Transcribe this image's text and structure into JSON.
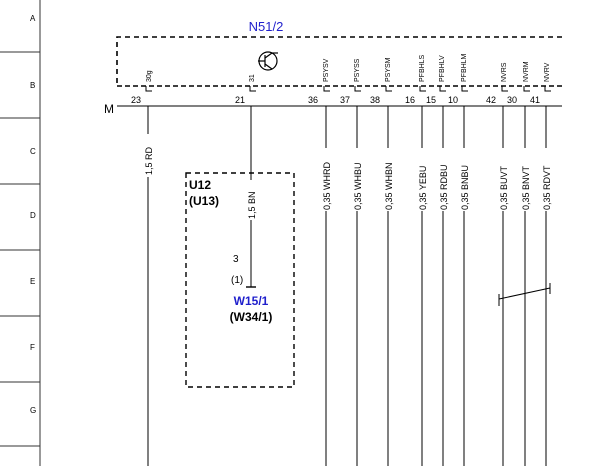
{
  "colors": {
    "line": "#000000",
    "component_label": "#1f1fcc",
    "grid_border": "#333333"
  },
  "row_labels": [
    "A",
    "B",
    "C",
    "D",
    "E",
    "F",
    "G"
  ],
  "component": {
    "name": "N51/2",
    "ground_label": "M",
    "transistor_icon": "transistor-symbol"
  },
  "pins": [
    {
      "signal": "30g",
      "number": "23"
    },
    {
      "signal": "31",
      "number": "21"
    },
    {
      "signal": "PSYSV",
      "number": "36"
    },
    {
      "signal": "PSYSS",
      "number": "37"
    },
    {
      "signal": "PSYSM",
      "number": "38"
    },
    {
      "signal": "PFBHLS",
      "number": "16"
    },
    {
      "signal": "PFBHLV",
      "number": "15"
    },
    {
      "signal": "PFBHLM",
      "number": "10"
    },
    {
      "signal": "NVRS",
      "number": "42"
    },
    {
      "signal": "NVRM",
      "number": "30"
    },
    {
      "signal": "NVRV",
      "number": "41"
    }
  ],
  "wires": [
    {
      "label": "1,5 RD"
    },
    {
      "label": "1,5 BN"
    },
    {
      "label": "0,35 WHRD"
    },
    {
      "label": "0,35 WHBU"
    },
    {
      "label": "0,35 WHBN"
    },
    {
      "label": "0,35 YEBU"
    },
    {
      "label": "0,35 RDBU"
    },
    {
      "label": "0,35 BNBU"
    },
    {
      "label": "0,35 BUVT"
    },
    {
      "label": "0,35 BNVT"
    },
    {
      "label": "0,35 RDVT"
    }
  ],
  "group_box": {
    "name": "U12",
    "alt_name": "(U13)"
  },
  "ground_point": {
    "pin": "3",
    "alt_pin": "(1)",
    "name": "W15/1",
    "alt_name": "(W34/1)"
  }
}
